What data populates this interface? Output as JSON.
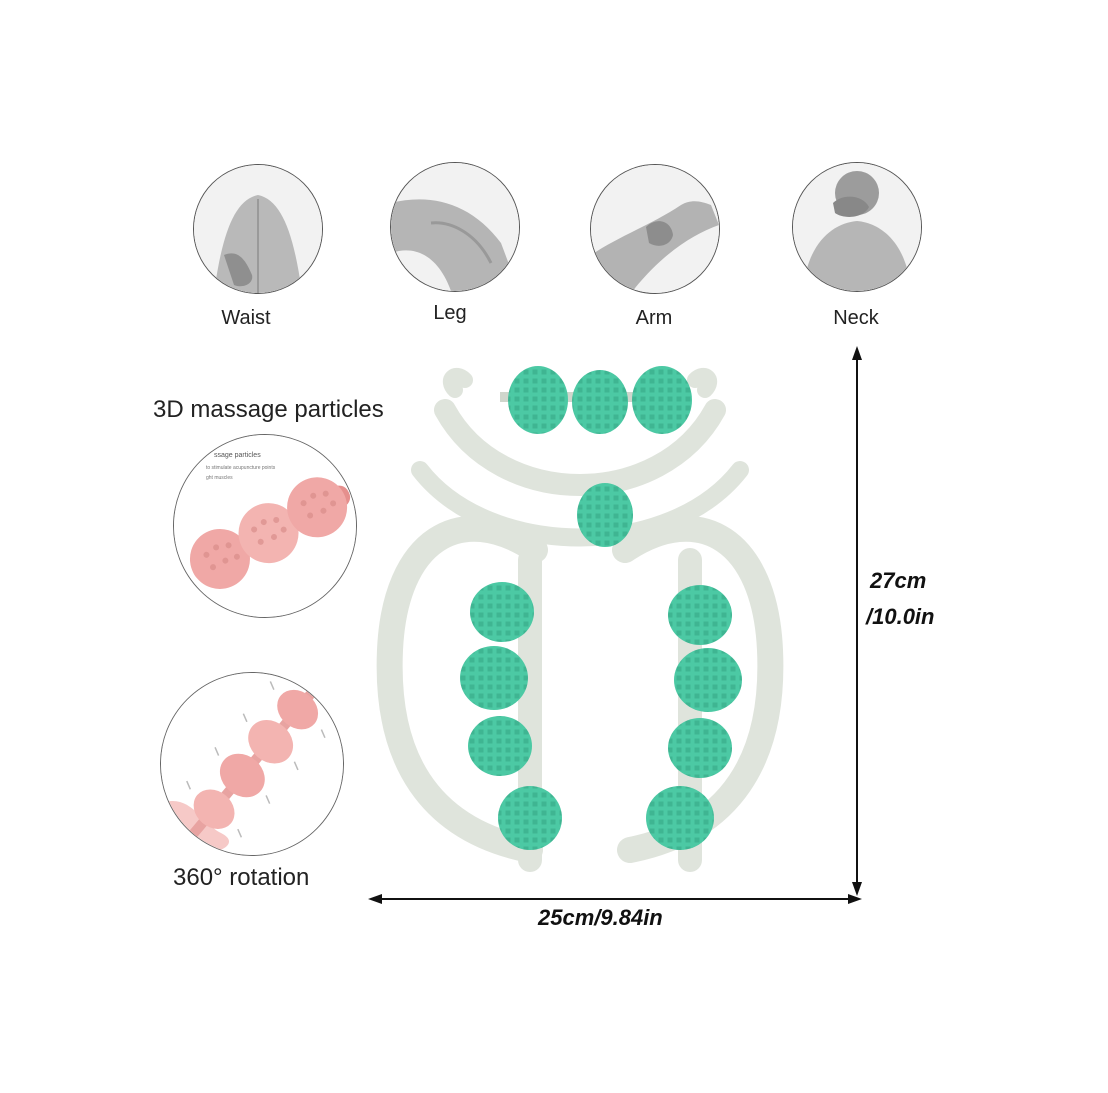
{
  "usage_areas": [
    {
      "label": "Waist"
    },
    {
      "label": "Leg"
    },
    {
      "label": "Arm"
    },
    {
      "label": "Neck"
    }
  ],
  "features": {
    "particles_label": "3D massage particles",
    "rotation_label": "360° rotation",
    "inset_caption_line1": "ssage particles",
    "inset_caption_line2": "to stimulate acupuncture points",
    "inset_caption_line3": "ght muscles"
  },
  "dimensions": {
    "height_line1": "27cm",
    "height_line2": "/10.0in",
    "width": "25cm/9.84in"
  },
  "colors": {
    "roller_green": "#4cc9a4",
    "frame_gray": "#dfe4dc",
    "pink": "#f0a8a6"
  }
}
